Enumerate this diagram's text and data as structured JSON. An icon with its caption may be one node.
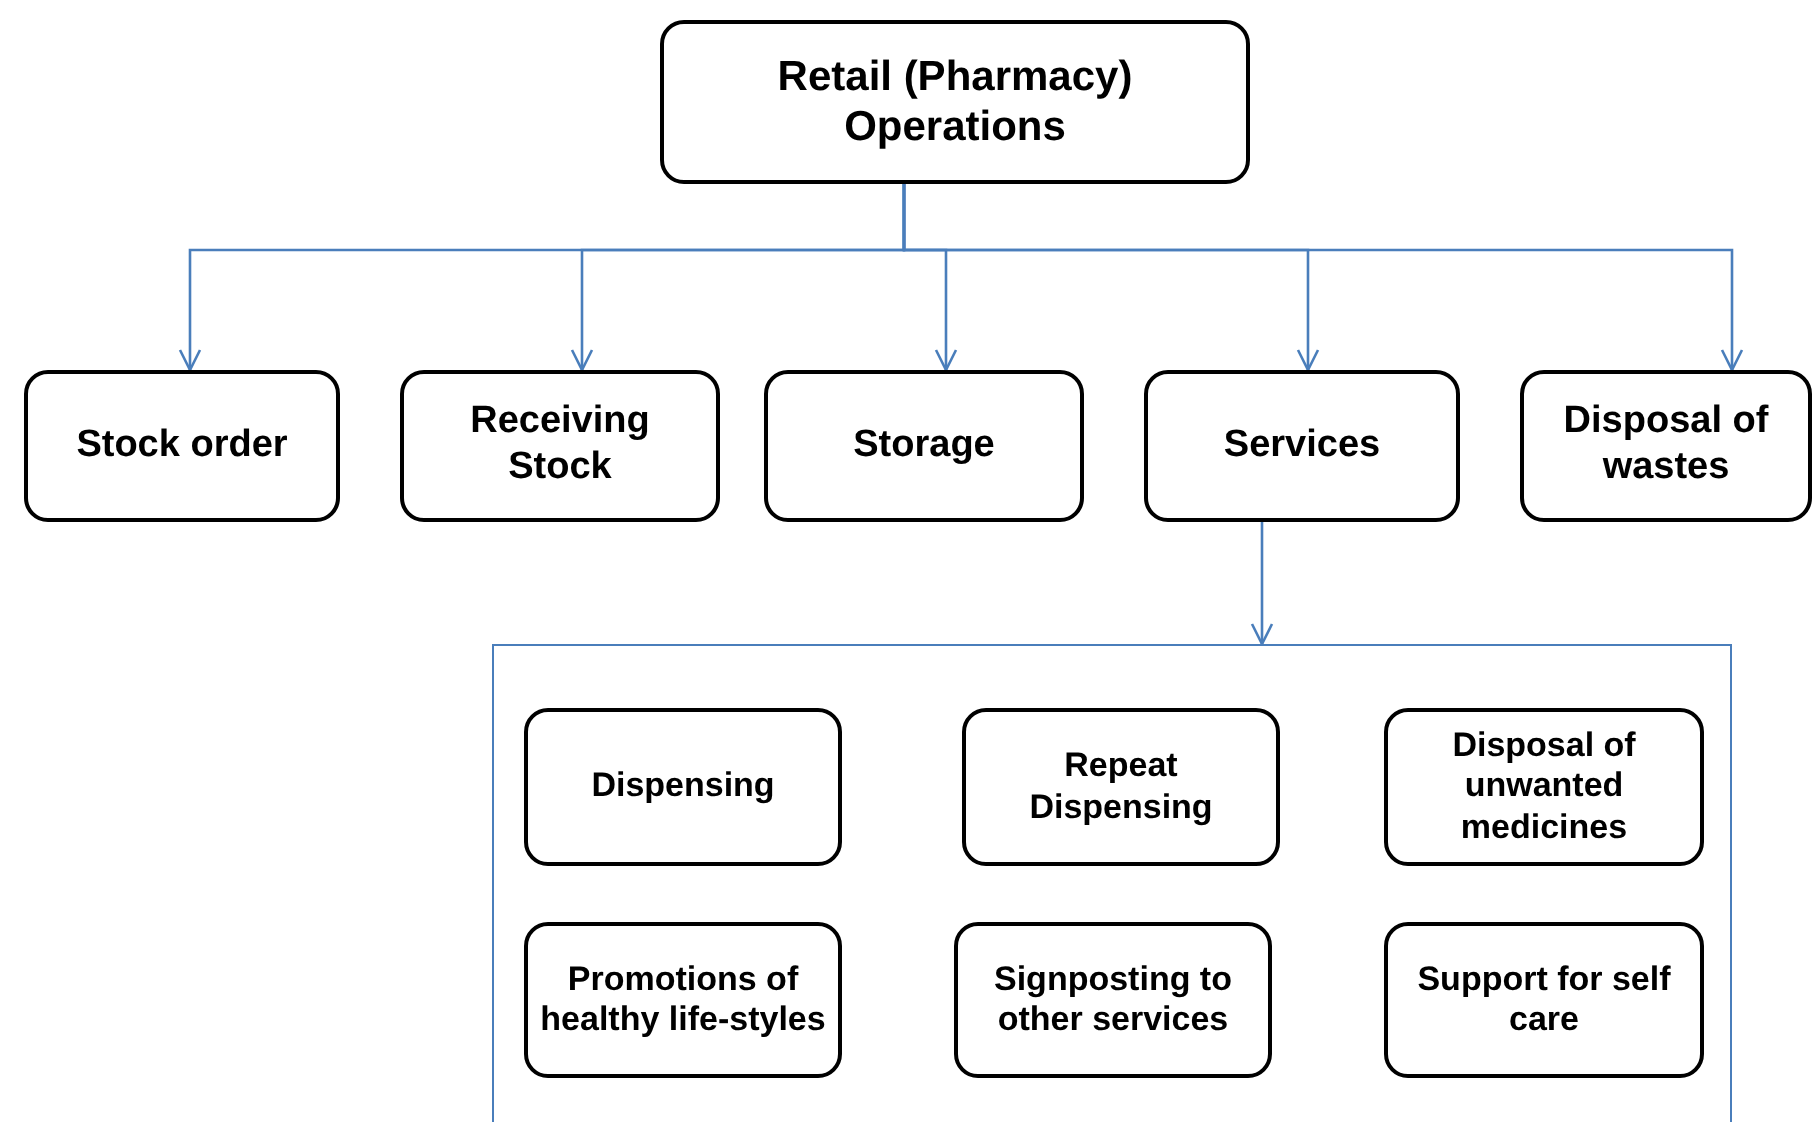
{
  "diagram": {
    "nodes": [
      {
        "text": [
          "Retail (Pharmacy) Operations"
        ]
      },
      {
        "text": [
          "Stock order"
        ]
      },
      {
        "text": [
          "Receiving Stock"
        ]
      },
      {
        "text": [
          "Storage"
        ]
      },
      {
        "text": [
          "Services"
        ]
      },
      {
        "text": [
          "Disposal of wastes"
        ]
      },
      {
        "text": [],
        "shape": "box"
      },
      {
        "text": [
          "Dispensing"
        ],
        "in": 6
      },
      {
        "text": [
          "Repeat Dispensing"
        ],
        "in": 6
      },
      {
        "text": [
          "Disposal of unwanted medicines"
        ],
        "in": 6
      },
      {
        "text": [
          "Promotions of healthy life-styles"
        ],
        "in": 6
      },
      {
        "text": [
          "Signposting to other services"
        ],
        "in": 6
      },
      {
        "text": [
          "Support for self care"
        ],
        "in": 6
      }
    ],
    "edges": [
      {
        "from": 0,
        "to": 1,
        "arrow": "to"
      },
      {
        "from": 0,
        "to": 2,
        "arrow": "to"
      },
      {
        "from": 0,
        "to": 3,
        "arrow": "to"
      },
      {
        "from": 0,
        "to": 4,
        "arrow": "to"
      },
      {
        "from": 0,
        "to": 5,
        "arrow": "to"
      },
      {
        "from": 4,
        "to": 6,
        "arrow": "to"
      }
    ]
  }
}
